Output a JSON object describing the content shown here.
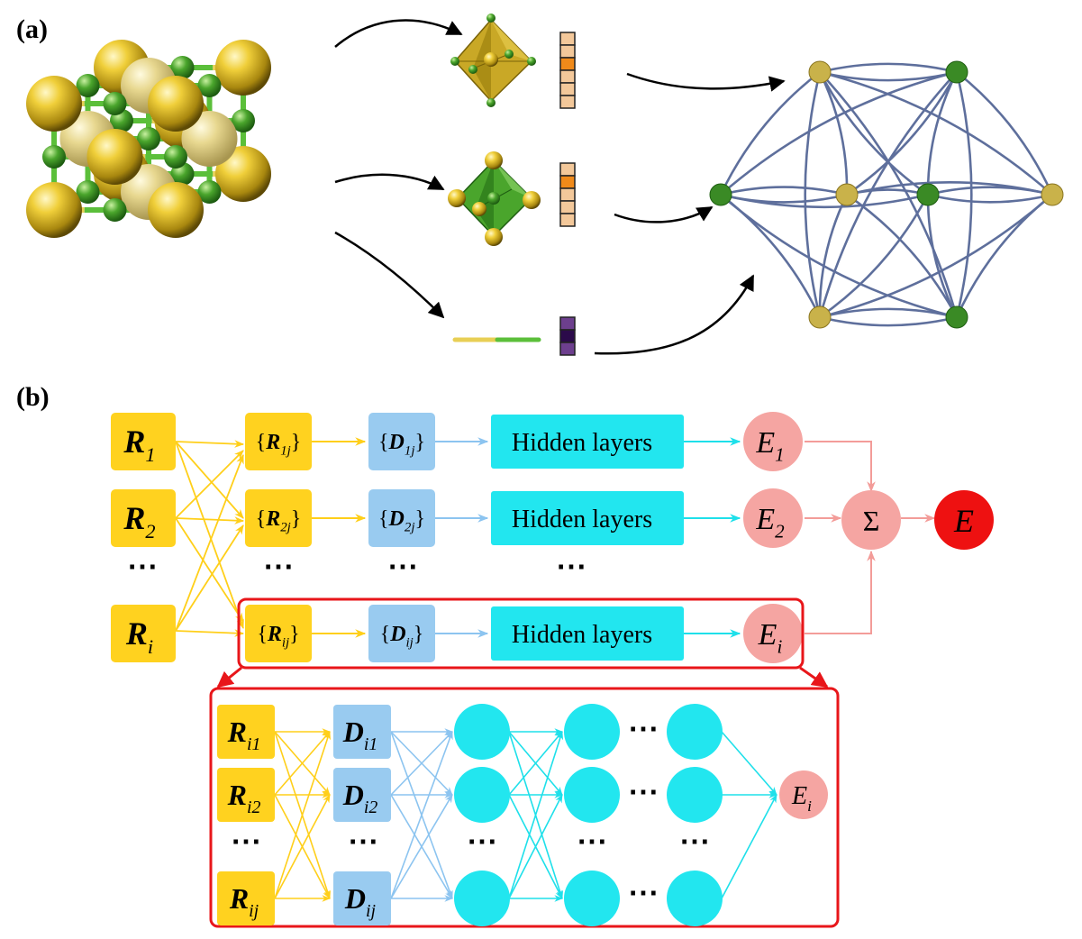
{
  "panels": {
    "a_label": "(a)",
    "b_label": "(b)"
  },
  "colors": {
    "gold": "#d7b43b",
    "green": "#3f9a2a",
    "bond_gold": "#e8cf55",
    "bond_green": "#5bbf3a",
    "input_box": "#ffd21f",
    "descriptor_box": "#99cbf0",
    "hidden_box": "#22e6ef",
    "neuron": "#22e6ef",
    "energy": "#f5a5a2",
    "total_energy": "#ee1111",
    "highlight": "#e8161a",
    "graph_edge": "#5e6f9c",
    "feature_orange": "#f08a1a",
    "feature_tan": "#f3c89a",
    "feature_purple": "#6d3f8e",
    "feature_dark": "#2b0a4a"
  },
  "icons": {
    "crystal": "crystal-lattice-icon",
    "octahedron_gold": "gold-octahedron-icon",
    "octahedron_green": "green-octahedron-icon",
    "bond": "bond-icon",
    "graph": "crystal-graph-icon"
  },
  "diagram": {
    "rows": [
      {
        "input_main": "R",
        "input_sub": "1",
        "env_main": "R",
        "env_sub": "1j",
        "desc_main": "D",
        "desc_sub": "1j",
        "hidden": "Hidden layers",
        "energy_main": "E",
        "energy_sub": "1"
      },
      {
        "input_main": "R",
        "input_sub": "2",
        "env_main": "R",
        "env_sub": "2j",
        "desc_main": "D",
        "desc_sub": "2j",
        "hidden": "Hidden layers",
        "energy_main": "E",
        "energy_sub": "2"
      },
      {
        "input_main": "R",
        "input_sub": "i",
        "env_main": "R",
        "env_sub": "ij",
        "desc_main": "D",
        "desc_sub": "ij",
        "hidden": "Hidden layers",
        "energy_main": "E",
        "energy_sub": "i"
      }
    ],
    "ellipsis": "⋯",
    "sum": "Σ",
    "total": "E",
    "detail": {
      "inputs": [
        {
          "main": "R",
          "sub": "i1"
        },
        {
          "main": "R",
          "sub": "i2"
        },
        {
          "main": "R",
          "sub": "ij"
        }
      ],
      "descriptors": [
        {
          "main": "D",
          "sub": "i1"
        },
        {
          "main": "D",
          "sub": "i2"
        },
        {
          "main": "D",
          "sub": "ij"
        }
      ],
      "output_main": "E",
      "output_sub": "i"
    }
  }
}
